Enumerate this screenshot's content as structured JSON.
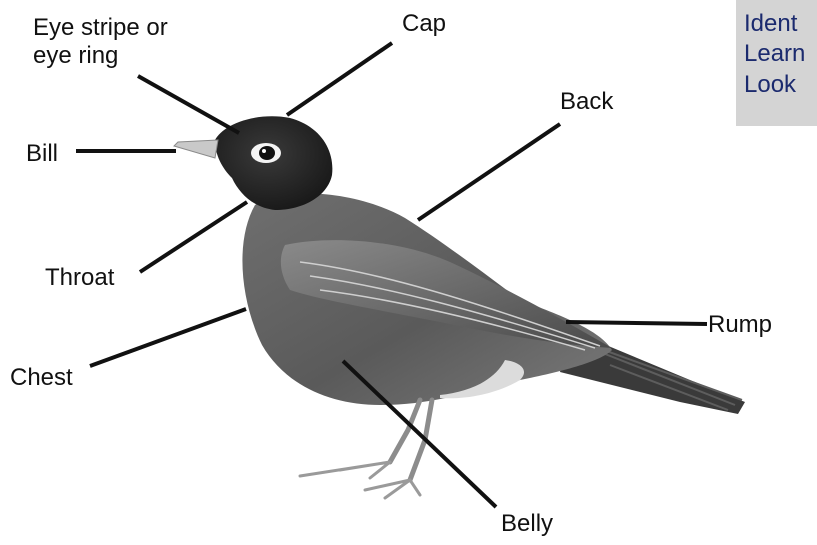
{
  "labels": {
    "eye_line1": "Eye stripe or",
    "eye_line2": "eye ring",
    "cap": "Cap",
    "back": "Back",
    "bill": "Bill",
    "throat": "Throat",
    "chest": "Chest",
    "rump": "Rump",
    "belly": "Belly"
  },
  "side_box": {
    "lines": [
      "Ident",
      "Learn",
      "Look"
    ]
  },
  "colors": {
    "leader": "#111111",
    "side_box_bg": "#d4d4d4",
    "side_text": "#1b2a6e"
  }
}
